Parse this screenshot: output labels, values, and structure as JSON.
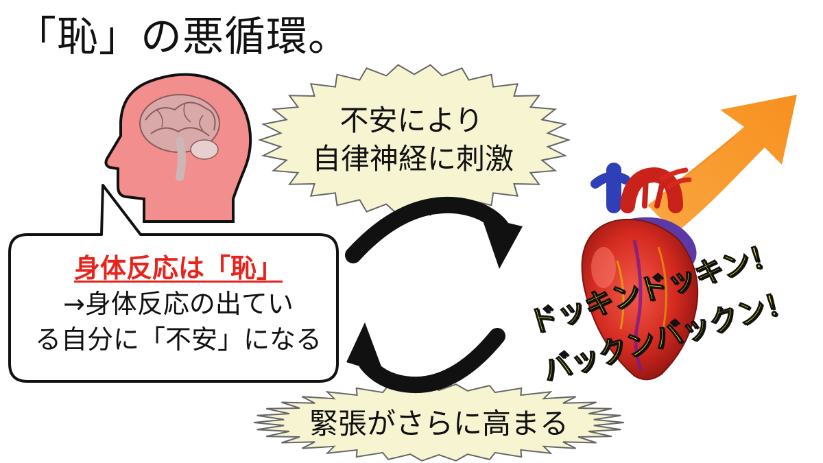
{
  "title": "「恥」の悪循環。",
  "burst_top": {
    "line1": "不安により",
    "line2": "自律神経に刺激"
  },
  "burst_bottom": {
    "line1": "緊張がさらに高まる"
  },
  "speech_bubble": {
    "heading": "身体反応は「恥」",
    "line1": "→身体反応の出てい",
    "line2": "る自分に「不安」になる"
  },
  "heart_text": {
    "line1": "ドッキンドッキン！",
    "line2": "バックンバックン！"
  },
  "colors": {
    "head": "#f38e8e",
    "burst_fill": "#f7f4d2",
    "arrow_up": "#f7922a",
    "heading_red": "#e8231b",
    "heart_text": "#f7ef1e"
  },
  "icons": [
    "head-silhouette-icon",
    "brain-icon",
    "heart-icon",
    "rising-arrow-icon",
    "cycle-arrow-icon"
  ]
}
